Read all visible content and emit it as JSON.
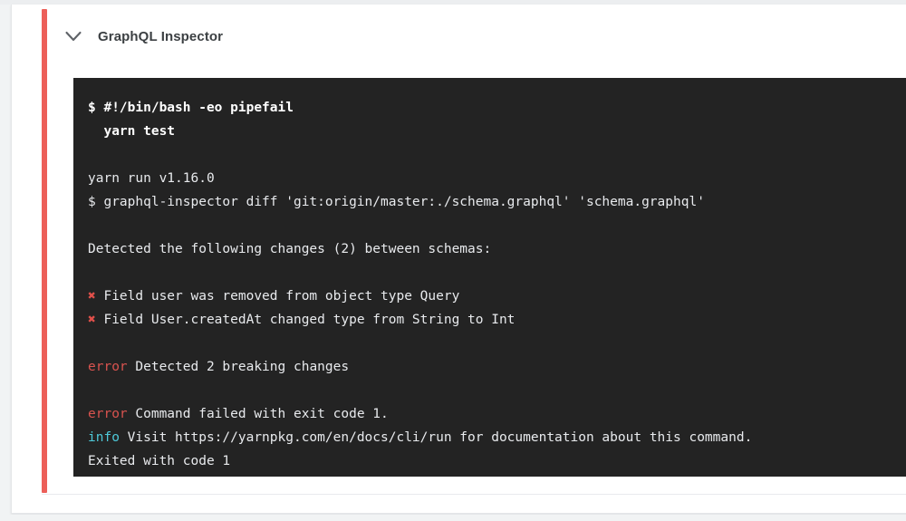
{
  "job": {
    "title": "GraphQL Inspector",
    "collapse_icon": "chevron-down-icon",
    "status_color": "#ec5f59"
  },
  "terminal": {
    "background_color": "#232323",
    "text_color": "#e8eaed",
    "error_color": "#d9534f",
    "info_color": "#4ec9d9",
    "cross_color": "#e0504a",
    "cross_glyph": "✖",
    "lines": [
      {
        "id": "cmd-1",
        "kind": "command",
        "text": "$ #!/bin/bash -eo pipefail"
      },
      {
        "id": "cmd-2",
        "kind": "command",
        "text": "  yarn test"
      },
      {
        "id": "blank-1",
        "kind": "blank",
        "text": ""
      },
      {
        "id": "out-1",
        "kind": "plain",
        "text": "yarn run v1.16.0"
      },
      {
        "id": "out-2",
        "kind": "plain",
        "text": "$ graphql-inspector diff 'git:origin/master:./schema.graphql' 'schema.graphql'"
      },
      {
        "id": "blank-2",
        "kind": "blank",
        "text": ""
      },
      {
        "id": "out-3",
        "kind": "plain",
        "text": "Detected the following changes (2) between schemas:"
      },
      {
        "id": "blank-3",
        "kind": "blank",
        "text": ""
      },
      {
        "id": "chg-1",
        "kind": "cross",
        "label": "✖",
        "text": " Field user was removed from object type Query"
      },
      {
        "id": "chg-2",
        "kind": "cross",
        "label": "✖",
        "text": " Field User.createdAt changed type from String to Int"
      },
      {
        "id": "blank-4",
        "kind": "blank",
        "text": ""
      },
      {
        "id": "err-1",
        "kind": "error",
        "label": "error",
        "text": " Detected 2 breaking changes"
      },
      {
        "id": "blank-5",
        "kind": "blank",
        "text": ""
      },
      {
        "id": "err-2",
        "kind": "error",
        "label": "error",
        "text": " Command failed with exit code 1."
      },
      {
        "id": "info-1",
        "kind": "info",
        "label": "info",
        "text": " Visit https://yarnpkg.com/en/docs/cli/run for documentation about this command."
      },
      {
        "id": "exit-1",
        "kind": "plain",
        "text": "Exited with code 1"
      }
    ]
  }
}
